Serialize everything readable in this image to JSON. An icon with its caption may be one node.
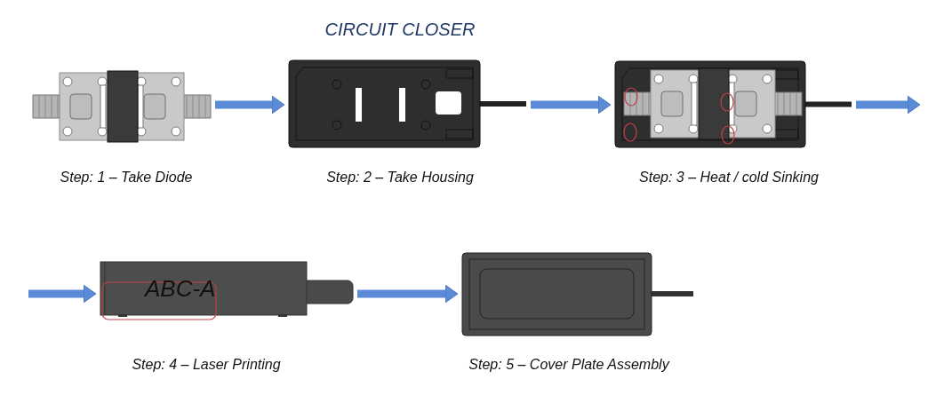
{
  "diagram": {
    "title": "CIRCUIT CLOSER",
    "nodes": [
      {
        "text": [],
        "shape": "picture",
        "beside": [
          "Step: 1 – Take Diode"
        ]
      },
      {
        "text": [],
        "shape": "picture",
        "beside": [
          "Step: 2 – Take Housing"
        ]
      },
      {
        "text": [],
        "shape": "picture",
        "beside": [
          "Step: 3 – Heat / cold Sinking"
        ]
      },
      {
        "text": [
          "ABC-A"
        ],
        "beside": [
          "Step: 4 – Laser Printing"
        ]
      },
      {
        "text": [],
        "shape": "picture",
        "beside": [
          "Step: 5 – Cover Plate Assembly"
        ]
      }
    ],
    "edges": [
      {
        "from": 0,
        "to": 1,
        "arrow": "to"
      },
      {
        "from": 1,
        "to": 2,
        "arrow": "to"
      },
      {
        "from": 2,
        "to": null,
        "arrow": "to"
      },
      {
        "from": null,
        "to": 3,
        "arrow": "to"
      },
      {
        "from": 3,
        "to": 4,
        "arrow": "to"
      }
    ]
  }
}
